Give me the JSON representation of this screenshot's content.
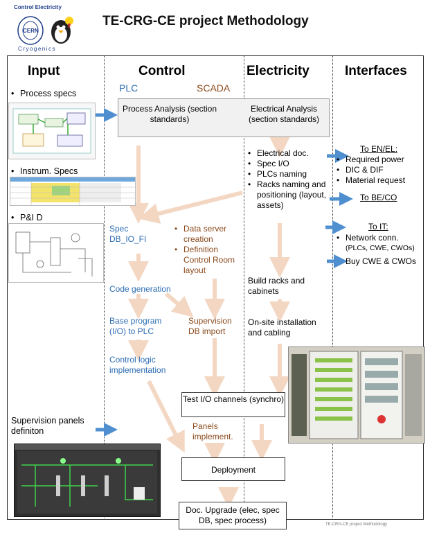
{
  "header": {
    "logo_top": "Control Electricity",
    "logo_center": "CERN",
    "logo_bottom": "Cryogenics",
    "title": "TE-CRG-CE project Methodology"
  },
  "columns": {
    "input": "Input",
    "control": "Control",
    "electricity": "Electricity",
    "interfaces": "Interfaces"
  },
  "control_sub": {
    "plc": "PLC",
    "scada": "SCADA"
  },
  "input_items": {
    "process_specs": "Process specs",
    "instrum_specs": "Instrum. Specs",
    "pid": "P&I D",
    "supervision_panels": "Supervision panels definiton"
  },
  "boxes": {
    "process_analysis": "Process Analysis (section standards)",
    "electrical_analysis": "Electrical Analysis (section standards)",
    "test_io": "Test I/O channels (synchro)",
    "deployment": "Deployment",
    "doc_upgrade": "Doc. Upgrade (elec, spec DB, spec process)"
  },
  "plc_steps": {
    "spec_db": "Spec DB_IO_FI",
    "code_gen": "Code generation",
    "base_program": "Base program (I/O) to PLC",
    "control_logic": "Control logic implementation"
  },
  "scada_steps": {
    "data_server": "Data server creation",
    "definition": "Definition Control Room layout",
    "supervision_db": "Supervision DB import",
    "panels": "Panels implement."
  },
  "electricity_items": {
    "list": [
      "Electrical doc.",
      "Spec I/O",
      "PLCs naming",
      "Racks naming and positioning (layout, assets)"
    ],
    "build_racks": "Build racks and cabinets",
    "onsite": "On-site installation and cabling"
  },
  "interfaces": {
    "to_en_el": "To EN/EL:",
    "en_el_items": [
      "Required power",
      "DIC & DIF",
      "Material request"
    ],
    "to_be_co": "To BE/CO",
    "to_it": "To IT:",
    "network": "Network conn.",
    "network_sub": "(PLCs, CWE, CWOs)",
    "buy": "Buy CWE & CWOs"
  },
  "footer": {
    "text": "TE-CRG-CE project Methodology"
  },
  "colors": {
    "arrow_fill": "#f3d7c2",
    "arrow_blue": "#4f8fd0",
    "plc_blue": "#2e6db4",
    "scada_brown": "#8b4a1c"
  }
}
